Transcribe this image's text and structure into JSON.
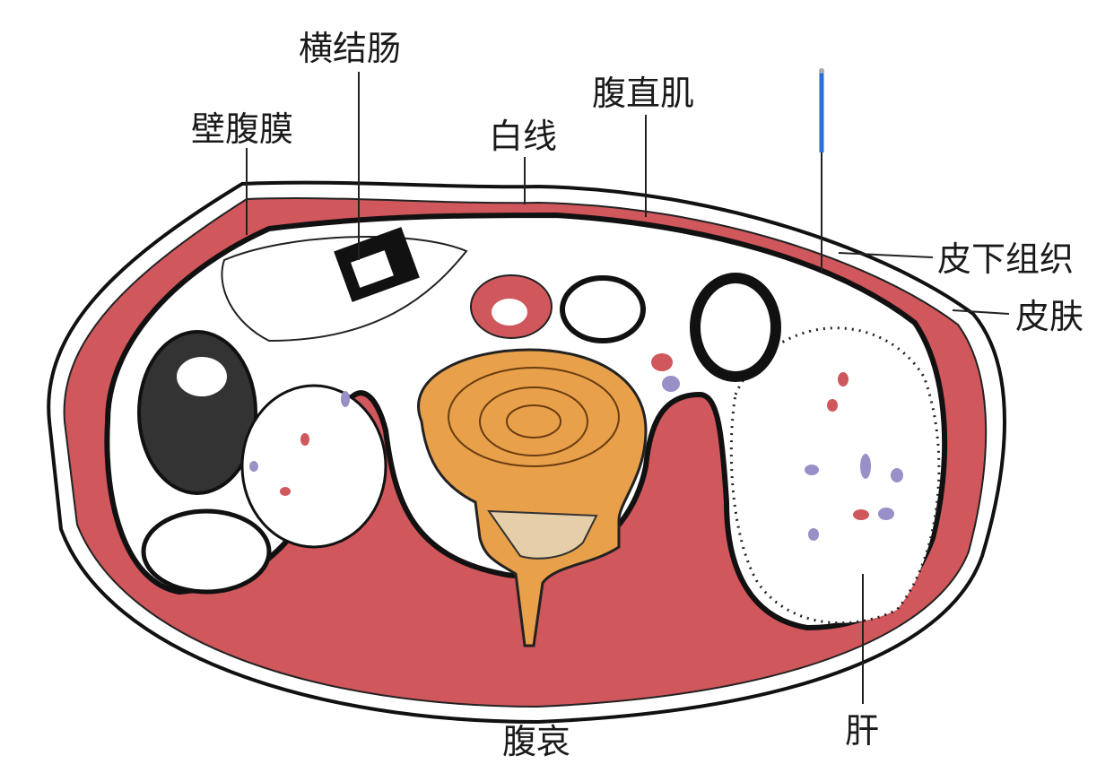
{
  "labels": {
    "transverse_colon": "横结肠",
    "parietal_peritoneum": "壁腹膜",
    "linea_alba": "白线",
    "rectus_abdominis": "腹直肌",
    "subcutaneous_tissue": "皮下组织",
    "skin": "皮肤",
    "fuai": "腹哀",
    "liver": "肝"
  },
  "colors": {
    "muscle": "#d0575c",
    "vertebra": "#e8a04a",
    "disc": "#e6cfa8",
    "vessel": "#9a90c8",
    "needle": "#2a6fd6"
  }
}
